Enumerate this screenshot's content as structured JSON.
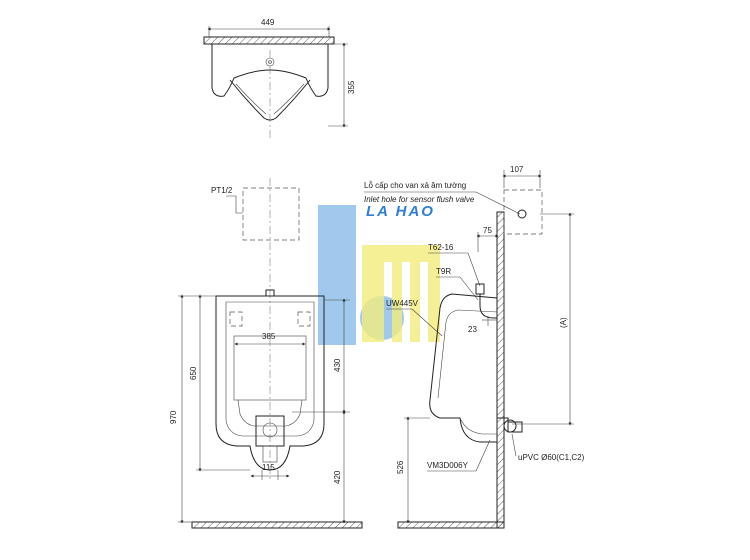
{
  "top_view": {
    "width_label": "449",
    "depth_label": "355"
  },
  "front_view": {
    "pt_label": "PT1/2",
    "inner_width_label": "385",
    "height_650_label": "650",
    "height_430_label": "430",
    "height_970_label": "970",
    "outlet_width_label": "115",
    "height_420_label": "420"
  },
  "side_view": {
    "inlet_note_vi": "Lỗ cấp cho van xả âm tường",
    "inlet_note_en": "Inlet hole for sensor flush valve",
    "offset_107_label": "107",
    "offset_75_label": "75",
    "part_t62": "T62-16",
    "part_t9r": "T9R",
    "part_uw445v": "UW445V",
    "dim_23_label": "23",
    "dim_a_label": "(A)",
    "height_526_label": "526",
    "part_vm3d": "VM3D006Y",
    "pipe_label": "uPVC Ø60(C1,C2)"
  },
  "watermark": {
    "text": "LA HAO",
    "colors": {
      "blue": "#8fbfea",
      "yellow": "#f3ec7a",
      "text": "#2f7fd6"
    }
  }
}
